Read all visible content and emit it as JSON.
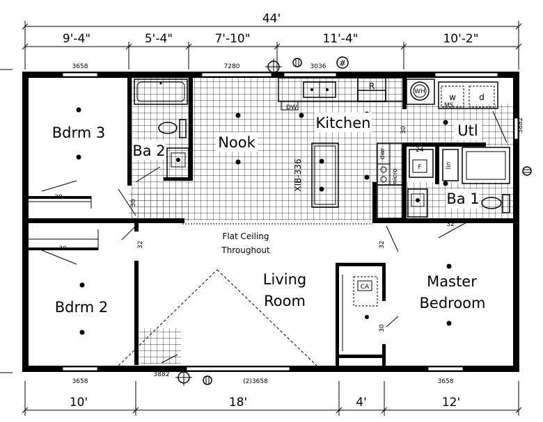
{
  "dimensions": {
    "overall": "44'",
    "top": [
      "9'-4\"",
      "5'-4\"",
      "7'-10\"",
      "11'-4\"",
      "10'-2\""
    ],
    "bottom": [
      "10'",
      "18'",
      "4'",
      "12'"
    ]
  },
  "rooms": {
    "bdrm3": "Bdrm 3",
    "ba2": "Ba 2",
    "nook": "Nook",
    "kitchen": "Kitchen",
    "utl": "Utl",
    "ba1": "Ba 1",
    "bdrm2": "Bdrm 2",
    "living_line1": "Living",
    "living_line2": "Room",
    "master_line1": "Master",
    "master_line2": "Bedroom",
    "island": "XIB-336"
  },
  "annotations": {
    "ceiling_line1": "Flat Ceiling",
    "ceiling_line2": "Throughout"
  },
  "labels": {
    "win_top_bdrm3": "3658",
    "win_top_nook": "7280",
    "win_top_kitchen": "3036",
    "win_bottom_bdrm2": "3658",
    "win_bottom_entry": "3882",
    "win_bottom_living": "(2)3658",
    "win_bottom_master": "3658",
    "win_right_utl": "3882",
    "door_30_bdrm3": "30",
    "door_30_ba2": "30",
    "door_30_bdrm2": "30",
    "door_30_utl": "30",
    "door_30_master": "30",
    "door_32_bdrm2": "32",
    "door_32_master": "32",
    "door_32_ba1": "32",
    "door_24_ba1": "24",
    "dw": "DW",
    "range": "R",
    "wh": "WH",
    "washer": "w",
    "dryer": "d",
    "ms": "MS",
    "dwr": "dwr",
    "micro": "micro",
    "lin": "lin",
    "f": "F",
    "ca": "CA",
    "hash": "#"
  }
}
